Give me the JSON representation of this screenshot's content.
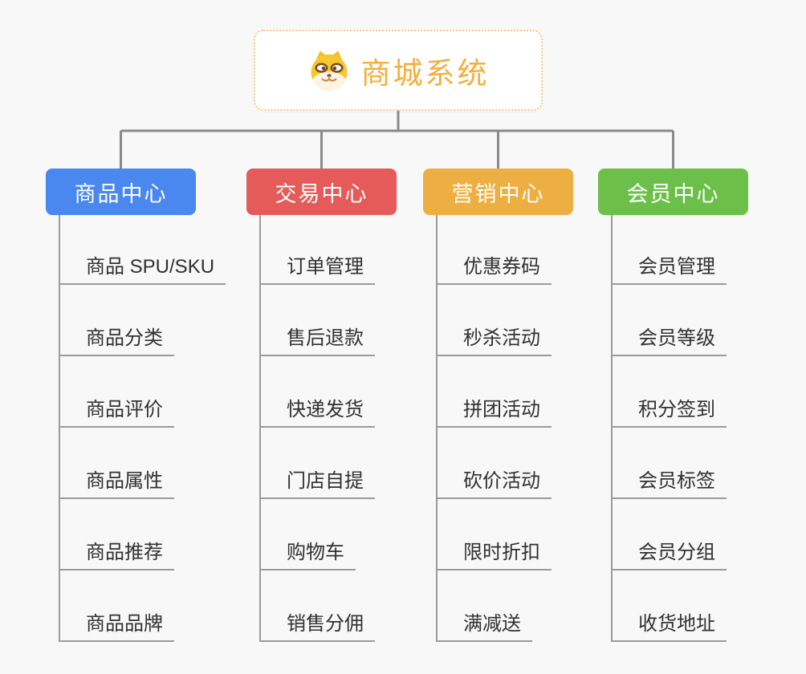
{
  "root": {
    "title": "商城系统",
    "icon": "doge-icon"
  },
  "branches": [
    {
      "label": "商品中心",
      "color": "#4a87ef",
      "children": [
        "商品 SPU/SKU",
        "商品分类",
        "商品评价",
        "商品属性",
        "商品推荐",
        "商品品牌"
      ]
    },
    {
      "label": "交易中心",
      "color": "#e45b59",
      "children": [
        "订单管理",
        "售后退款",
        "快递发货",
        "门店自提",
        "购物车",
        "销售分佣"
      ]
    },
    {
      "label": "营销中心",
      "color": "#edaf41",
      "children": [
        "优惠券码",
        "秒杀活动",
        "拼团活动",
        "砍价活动",
        "限时折扣",
        "满减送"
      ]
    },
    {
      "label": "会员中心",
      "color": "#6cc04a",
      "children": [
        "会员管理",
        "会员等级",
        "积分签到",
        "会员标签",
        "会员分组",
        "收货地址"
      ]
    }
  ],
  "colors": {
    "background": "#f8f8f8",
    "trunk_line": "#8a8a8a",
    "underline": "#9b9b9b",
    "root_border": "#f4c97f",
    "root_title": "#f5ae3b",
    "leaf_text": "#303030"
  }
}
